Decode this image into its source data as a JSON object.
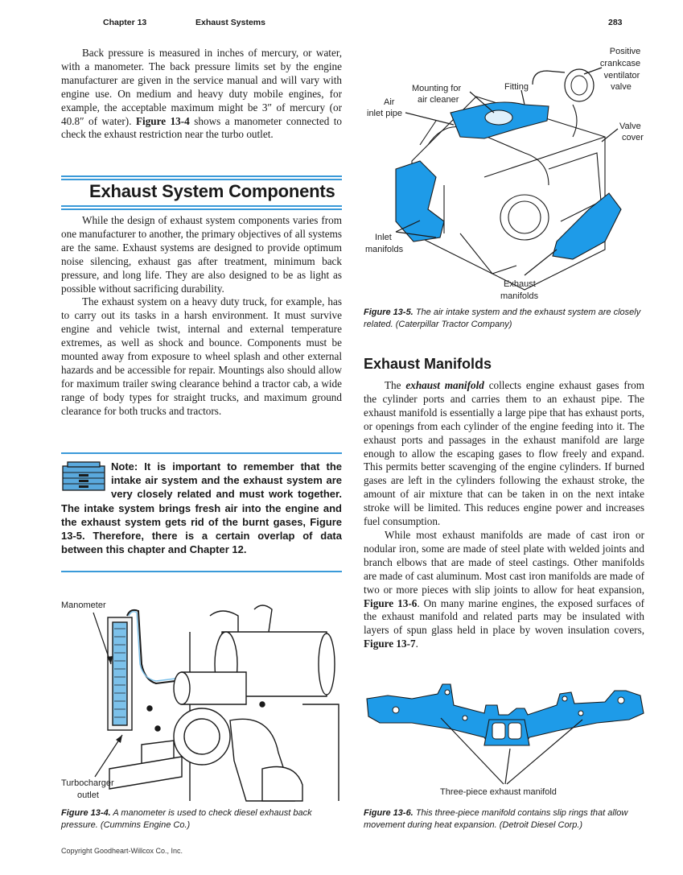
{
  "header": {
    "chapter": "Chapter 13",
    "chapter_title": "Exhaust Systems",
    "page_number": "283"
  },
  "left_column": {
    "intro_paragraph": "Back pressure is measured in inches of mercury, or water, with a manometer. The back pressure limits set by the engine manufacturer are given in the service manual and will vary with engine use. On medium and heavy duty mobile engines, for example, the acceptable maximum might be 3″ of mercury (or 40.8″ of water).",
    "intro_ref": "Figure 13-4",
    "intro_tail": "shows a manometer connected to check the exhaust restriction near the turbo outlet.",
    "section_title": "Exhaust System Components",
    "para1": "While the design of exhaust system components varies from one manufacturer to another, the primary objectives of all systems are the same. Exhaust systems are designed to provide optimum noise silencing, exhaust gas after treatment, minimum back pressure, and long life. They are also designed to be as light as possible without sacrificing durability.",
    "para2": "The exhaust system on a heavy duty truck, for example, has to carry out its tasks in a harsh environment. It must survive engine and vehicle twist, internal and external temperature extremes, as well as shock and bounce. Components must be mounted away from exposure to wheel splash and other external hazards and be accessible for repair. Mountings also should allow for maximum trailer swing clearance behind a tractor cab, a wide range of body types for straight trucks, and maximum ground clearance for both trucks and tractors.",
    "note": "Note: It is important to remember that the intake air system and the exhaust system are very closely related and must work together. The intake system brings fresh air into the engine and the exhaust system gets rid of the burnt gases, Figure 13-5. Therefore, there is a certain overlap of data between this chapter and Chapter 12."
  },
  "figure_13_4": {
    "label_manometer": "Manometer",
    "label_turbo_1": "Turbocharger",
    "label_turbo_2": "outlet",
    "caption_ref": "Figure 13-4.",
    "caption_text": "A manometer is used to check diesel exhaust back pressure. (Cummins Engine Co.)"
  },
  "figure_13_5": {
    "label_positive_1": "Positive",
    "label_positive_2": "crankcase",
    "label_positive_3": "ventilator",
    "label_positive_4": "valve",
    "label_fitting": "Fitting",
    "label_mounting_1": "Mounting for",
    "label_mounting_2": "air cleaner",
    "label_air_1": "Air",
    "label_air_2": "inlet pipe",
    "label_valve_1": "Valve",
    "label_valve_2": "cover",
    "label_inlet_1": "Inlet",
    "label_inlet_2": "manifolds",
    "label_exhaust_1": "Exhaust",
    "label_exhaust_2": "manifolds",
    "caption_ref": "Figure 13-5.",
    "caption_text": "The air intake system and the exhaust system are closely related. (Caterpillar Tractor Company)"
  },
  "right_column": {
    "subsection_title": "Exhaust Manifolds",
    "para1_lead": "The",
    "para1_term": "exhaust manifold",
    "para1_body": "collects engine exhaust gases from the cylinder ports and carries them to an exhaust pipe. The exhaust manifold is essentially a large pipe that has exhaust ports, or openings from each cylinder of the engine feeding into it. The exhaust ports and passages in the exhaust manifold are large enough to allow the escaping gases to flow freely and expand. This permits better scavenging of the engine cylinders. If burned gases are left in the cylinders following the exhaust stroke, the amount of air mixture that can be taken in on the next intake stroke will be limited. This reduces engine power and increases fuel consumption.",
    "para2_body": "While most exhaust manifolds are made of cast iron or nodular iron, some are made of steel plate with welded joints and branch elbows that are made of steel castings. Other manifolds are made of cast aluminum. Most cast iron manifolds are made of two or more pieces with slip joints to allow for heat expansion,",
    "para2_ref1": "Figure 13-6",
    "para2_mid": ". On many marine engines, the exposed surfaces of the exhaust manifold and related parts may be insulated with layers of spun glass held in place by woven insulation covers,",
    "para2_ref2": "Figure 13-7",
    "para2_end": "."
  },
  "figure_13_6": {
    "label": "Three-piece exhaust manifold",
    "caption_ref": "Figure 13-6.",
    "caption_text": "This three-piece manifold contains slip rings that allow movement during heat expansion. (Detroit Diesel Corp.)"
  },
  "footer": {
    "copyright": "Copyright Goodheart-Willcox Co., Inc."
  },
  "colors": {
    "accent_blue": "#3a9ad9",
    "manifold_blue": "#1e9be8"
  }
}
